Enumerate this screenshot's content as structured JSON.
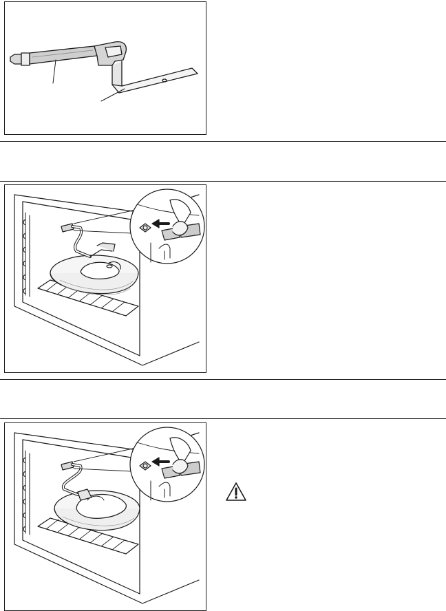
{
  "figures": [
    {
      "name": "rotisserie-parts-illustration"
    },
    {
      "name": "rotisserie-insert-step-1-illustration"
    },
    {
      "name": "rotisserie-insert-step-2-illustration"
    }
  ],
  "icons": {
    "warning": "warning-triangle-icon"
  }
}
